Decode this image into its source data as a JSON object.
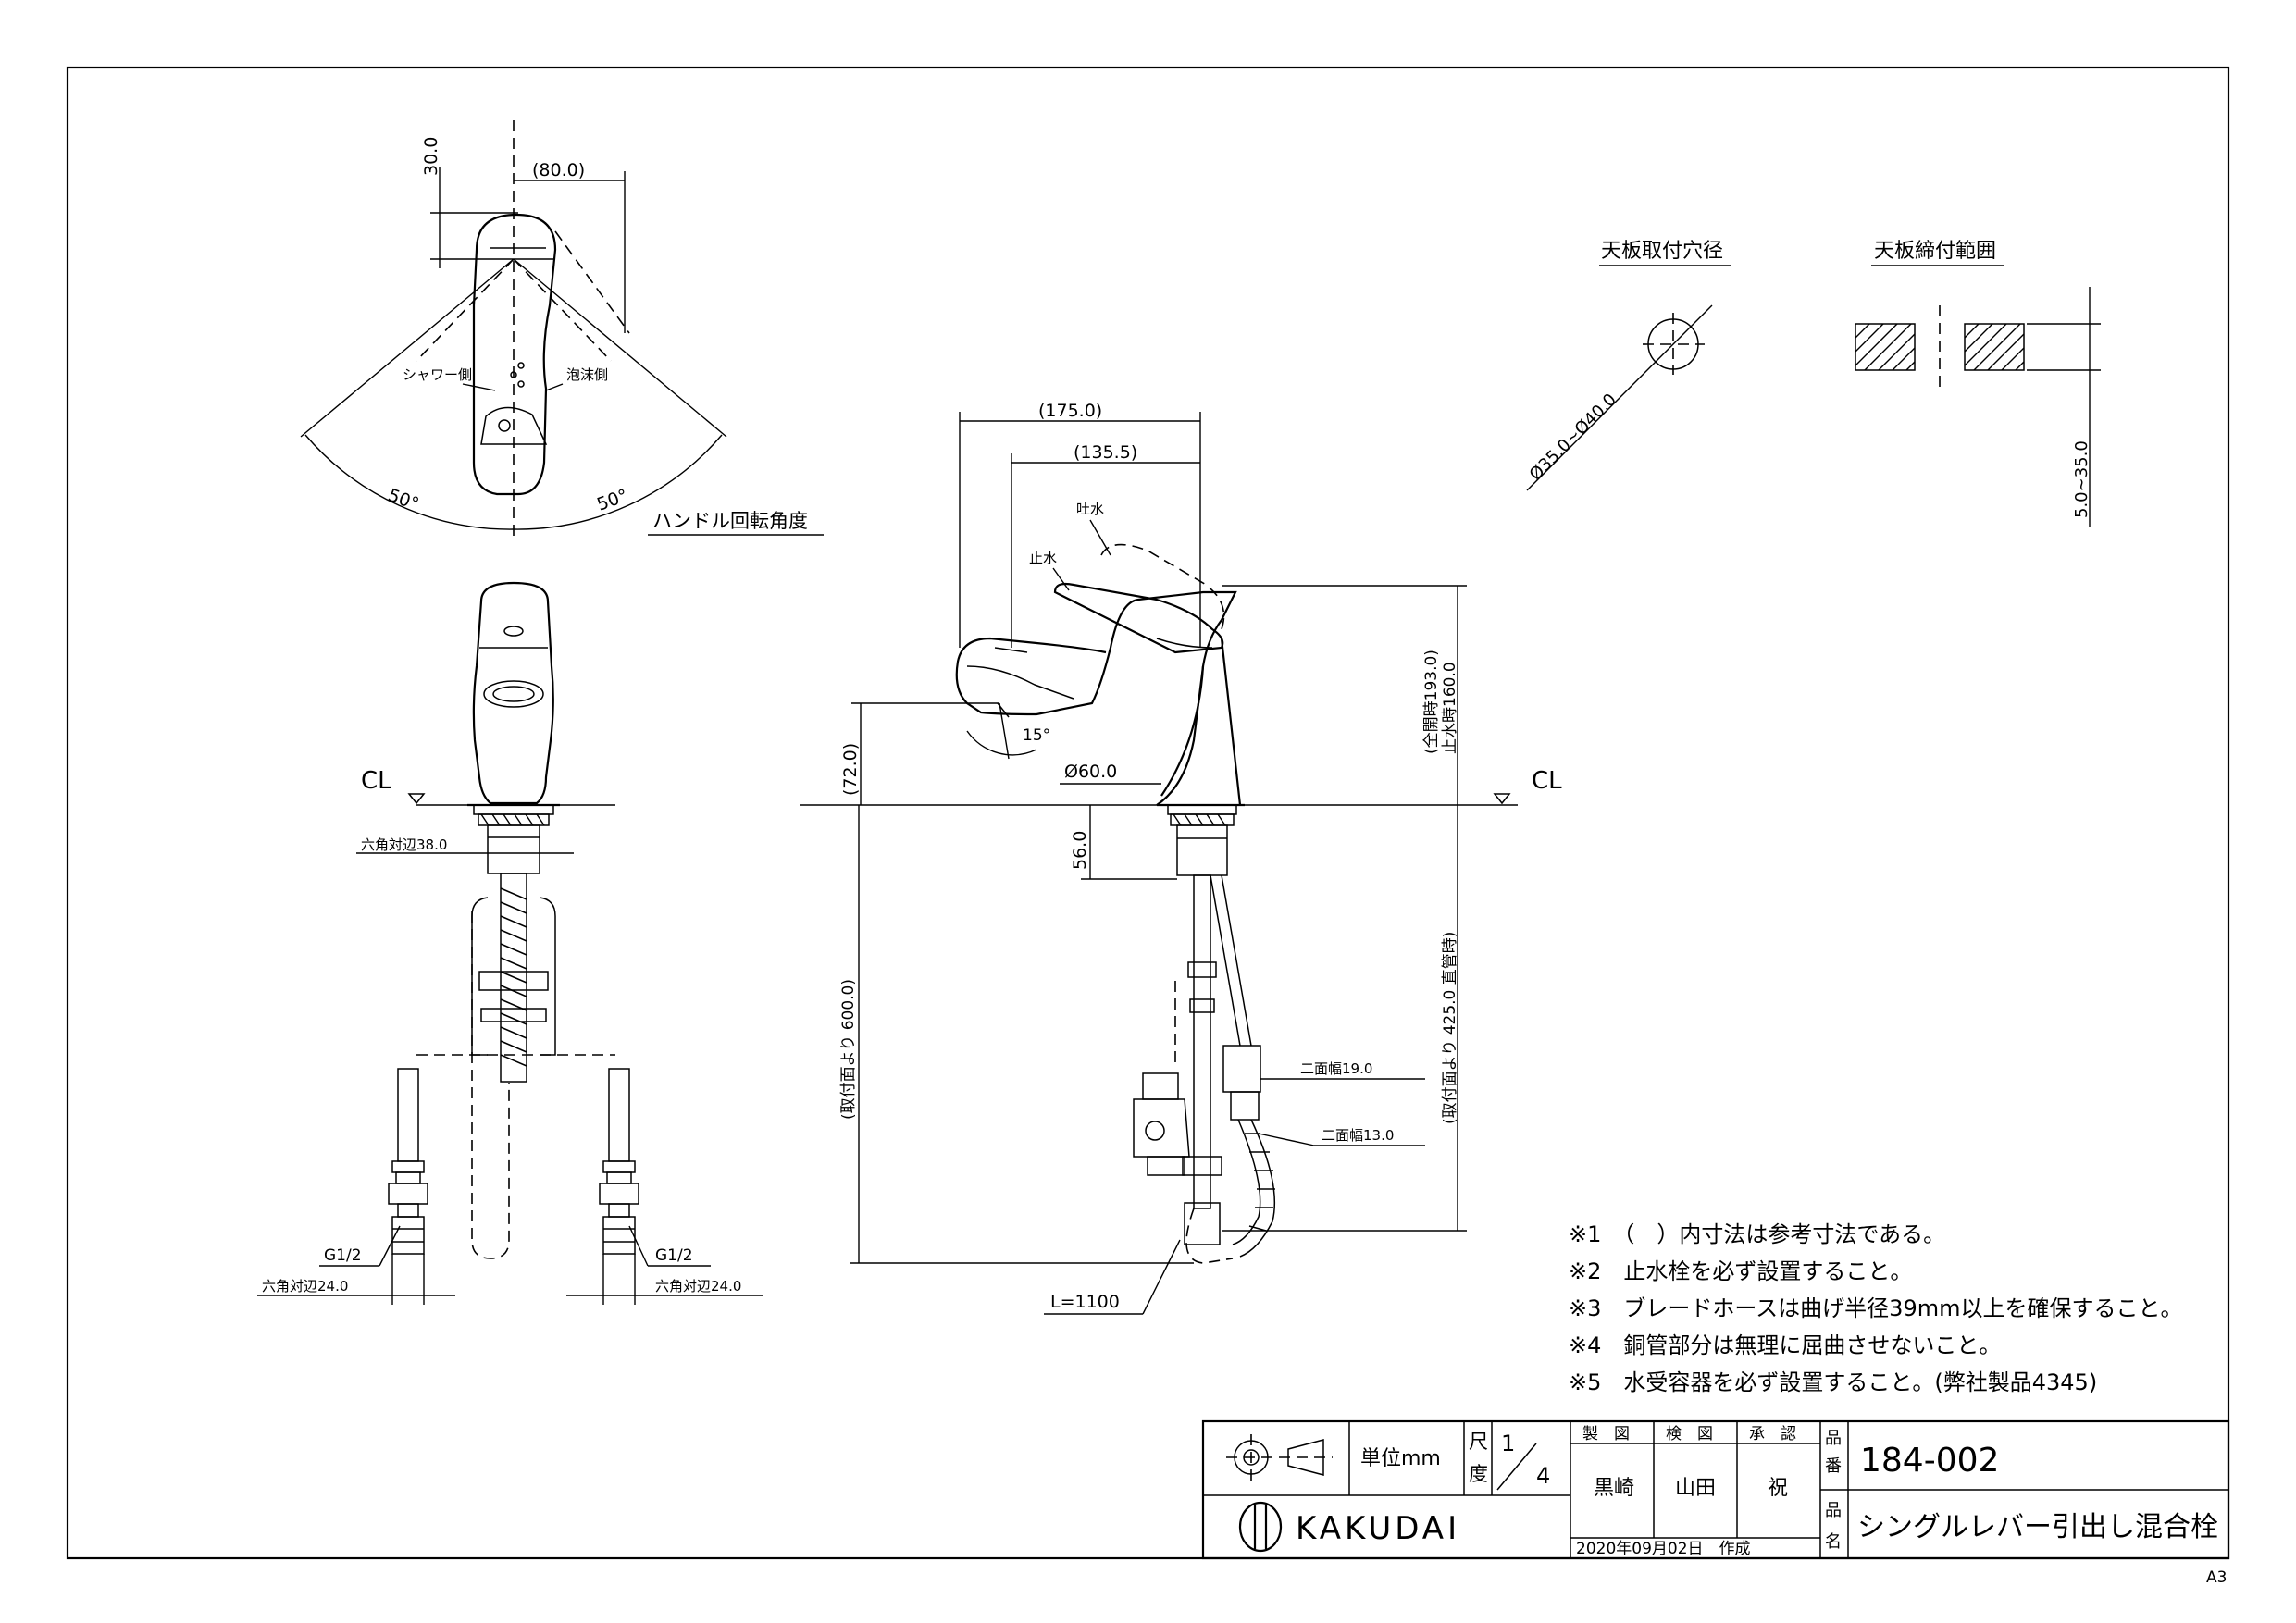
{
  "sheet": {
    "size_label": "A3"
  },
  "top_view": {
    "dim_height": "30.0",
    "dim_width": "(80.0)",
    "shower_side": "シャワー側",
    "foam_side": "泡沫側",
    "angle_left": "50°",
    "angle_right": "50°",
    "handle_rotation_label": "ハンドル回転角度"
  },
  "front_view": {
    "cl_label": "CL",
    "hex_top": "六角対辺38.0",
    "left_thread": "G1/2",
    "left_hex": "六角対辺24.0",
    "right_thread": "G1/2",
    "right_hex": "六角対辺24.0"
  },
  "side_view": {
    "dim_175": "(175.0)",
    "dim_135": "(135.5)",
    "spout_label": "吐水",
    "stop_label": "止水",
    "angle_15": "15°",
    "dia_60": "Ø60.0",
    "dim_72": "(72.0)",
    "dim_56": "56.0",
    "height_open": "(全開時193.0)",
    "height_stop": "止水時160.0",
    "cl_label": "CL",
    "dim_600": "(取付面より 600.0)",
    "dim_425": "(取付面より 425.0 直管時)",
    "width_19": "二面幅19.0",
    "width_13": "二面幅13.0",
    "hose_length": "L=1100"
  },
  "hole_detail": {
    "title": "天板取付穴径",
    "diameter": "Ø35.0~Ø40.0"
  },
  "clamp_detail": {
    "title": "天板締付範囲",
    "range": "5.0~35.0"
  },
  "notes": [
    "※1　（　）内寸法は参考寸法である。",
    "※2　止水栓を必ず設置すること。",
    "※3　ブレードホースは曲げ半径39mm以上を確保すること。",
    "※4　銅管部分は無理に屈曲させないこと。",
    "※5　水受容器を必ず設置すること。(弊社製品4345)"
  ],
  "title_block": {
    "unit": "単位mm",
    "scale_label_1": "尺",
    "scale_label_2": "度",
    "scale_num": "1",
    "scale_den": "4",
    "made_label": "製　図",
    "check_label": "検　図",
    "approve_label": "承　認",
    "made_by": "黒崎",
    "checked_by": "山田",
    "approved_by": "祝",
    "hinban_label_1": "品",
    "hinban_label_2": "番",
    "part_number": "184-002",
    "hinmei_label_1": "品",
    "hinmei_label_2": "名",
    "product_name": "シングルレバー引出し混合栓",
    "company": "KAKUDAI",
    "date": "2020年09月02日　作成"
  }
}
